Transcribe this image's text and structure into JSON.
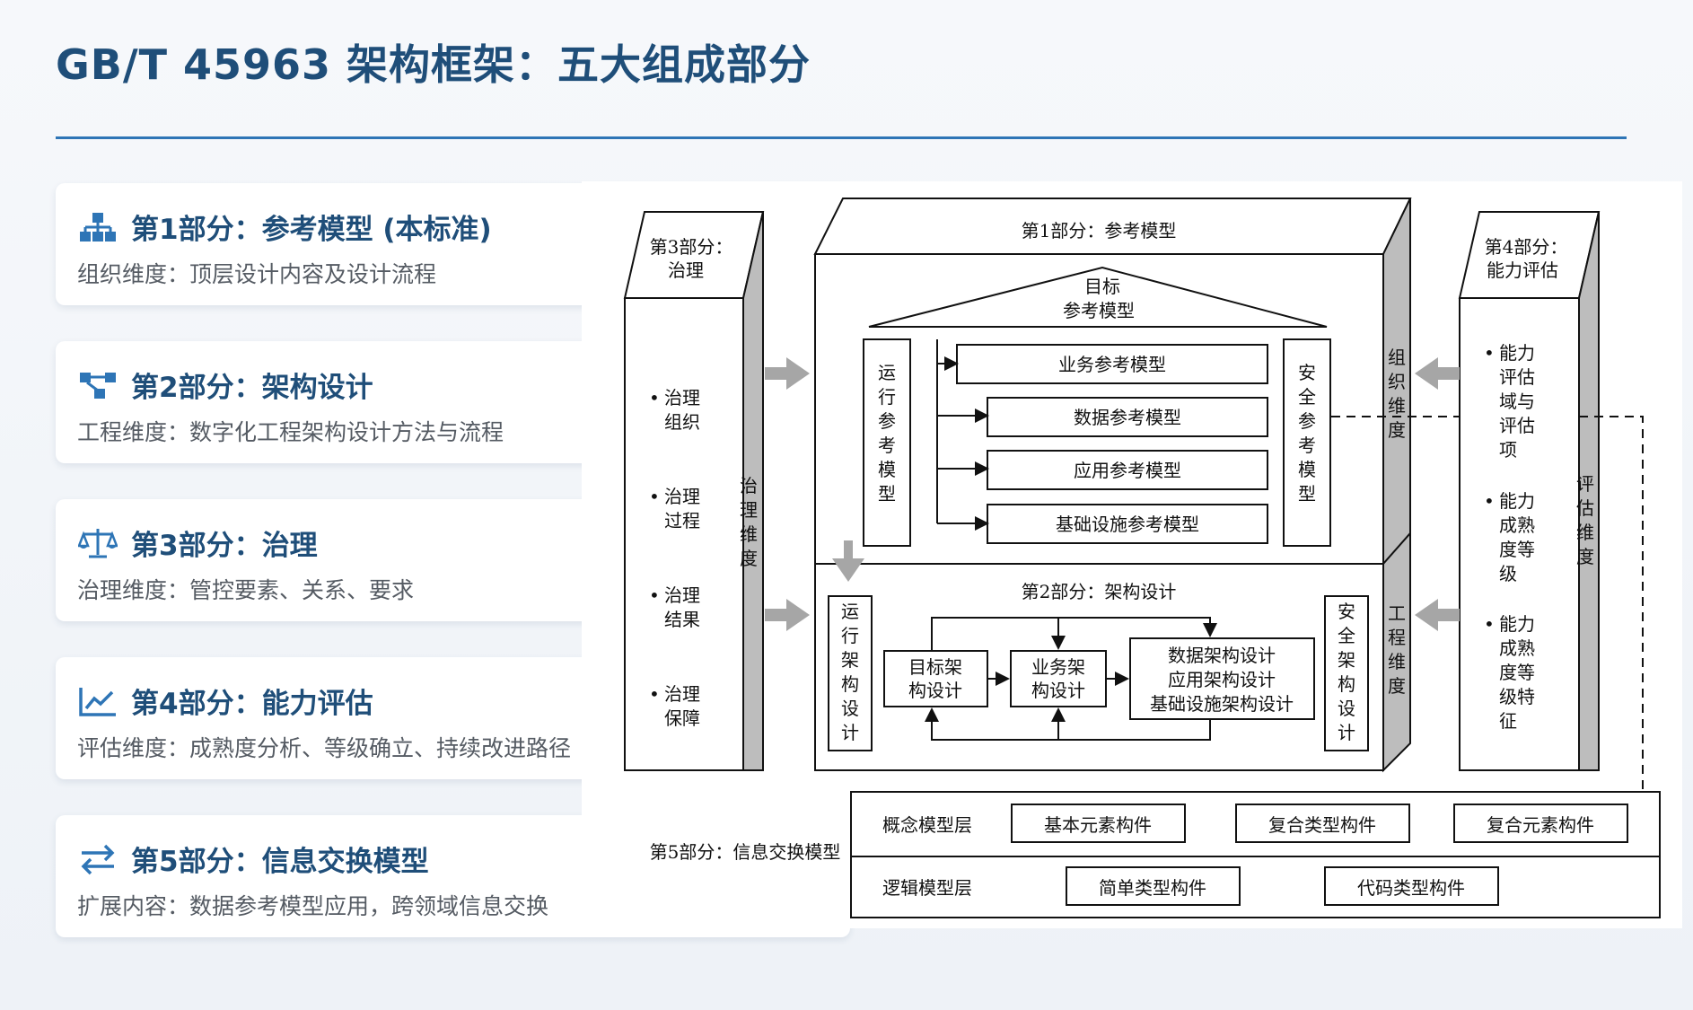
{
  "page": {
    "title": "GB/T 45963 架构框架：五大组成部分"
  },
  "parts": [
    {
      "icon": "hierarchy-icon",
      "title": "第1部分：参考模型 (本标准)",
      "desc": "组织维度：顶层设计内容及设计流程"
    },
    {
      "icon": "network-icon",
      "title": "第2部分：架构设计",
      "desc": "工程维度：数字化工程架构设计方法与流程"
    },
    {
      "icon": "scale-icon",
      "title": "第3部分：治理",
      "desc": "治理维度：管控要素、关系、要求"
    },
    {
      "icon": "line-chart-icon",
      "title": "第4部分：能力评估",
      "desc": "评估维度：成熟度分析、等级确立、持续改进路径"
    },
    {
      "icon": "exchange-arrows-icon",
      "title": "第5部分：信息交换模型",
      "desc": "扩展内容：数据参考模型应用，跨领域信息交换"
    }
  ],
  "colors": {
    "accent": "#1f4e79",
    "rule": "#2e75b6",
    "card_bg": "#ffffff"
  },
  "diagram": {
    "part1_label": "第1部分：参考模型",
    "target_model": [
      "目标",
      "参考模型"
    ],
    "ops_ref_model": "运行参考模型",
    "security_ref_model": "安全参考模型",
    "business_ref": "业务参考模型",
    "data_ref": "数据参考模型",
    "app_ref": "应用参考模型",
    "infra_ref": "基础设施参考模型",
    "org_dim": "组织维度",
    "part2_label": "第2部分：架构设计",
    "ops_arch": "运行架构设计",
    "sec_arch": "安全架构设计",
    "target_arch": [
      "目标架",
      "构设计"
    ],
    "business_arch": [
      "业务架",
      "构设计"
    ],
    "data_arch": [
      "数据架构设计",
      "应用架构设计",
      "基础设施架构设计"
    ],
    "eng_dim": "工程维度",
    "part3_label": [
      "第3部分：",
      "治理"
    ],
    "gov_items": [
      [
        "治理",
        "组织"
      ],
      [
        "治理",
        "过程"
      ],
      [
        "治理",
        "结果"
      ],
      [
        "治理",
        "保障"
      ]
    ],
    "gov_dim": "治理维度",
    "part4_label": [
      "第4部分：",
      "能力评估"
    ],
    "eval_items": [
      [
        "能力",
        "评估",
        "域与",
        "评估",
        "项"
      ],
      [
        "能力",
        "成熟",
        "度等",
        "级"
      ],
      [
        "能力",
        "成熟",
        "度等",
        "级特",
        "征"
      ]
    ],
    "eval_dim": "评估维度",
    "part5_label": "第5部分：信息交换模型",
    "concept_layer": "概念模型层",
    "logic_layer": "逻辑模型层",
    "basic_element": "基本元素构件",
    "composite_type": "复合类型构件",
    "composite_element": "复合元素构件",
    "simple_type": "简单类型构件",
    "code_type": "代码类型构件"
  }
}
